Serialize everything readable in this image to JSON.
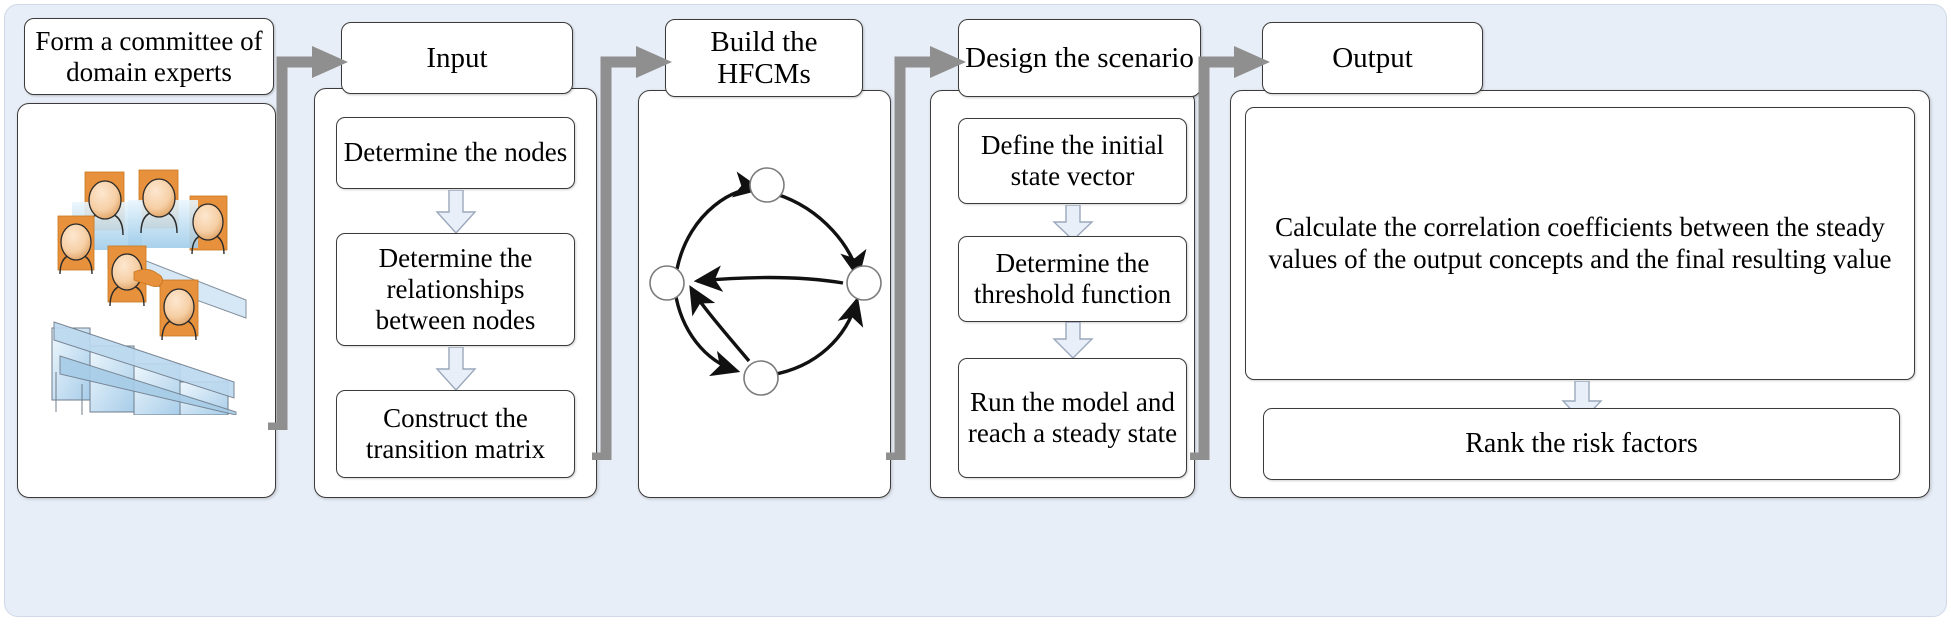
{
  "diagram": {
    "title_present": false,
    "background_color": "#e8eef7",
    "box_fill": "#ffffff",
    "box_border": "#3b3b3b",
    "connector_color": "#8a8a8a",
    "inner_arrow_fill": "#e9eff8",
    "inner_arrow_border": "#9aa8bb",
    "illustration_accent": "#e8913c",
    "illustration_panel": "#bcd9ef"
  },
  "stages": [
    {
      "id": "stage-1",
      "header": "Form a committee of domain experts",
      "steps": [],
      "illustration": "committee-of-experts-illustration"
    },
    {
      "id": "stage-2",
      "header": "Input",
      "steps": [
        "Determine the nodes",
        "Determine  the relationships between nodes",
        "Construct the transition matrix"
      ]
    },
    {
      "id": "stage-3",
      "header": "Build the HFCMs",
      "steps": [],
      "illustration": "fuzzy-cognitive-map-graph"
    },
    {
      "id": "stage-4",
      "header": "Design the scenario",
      "steps": [
        "Define the initial state vector",
        "Determine the threshold function",
        "Run the model and  reach a steady state"
      ]
    },
    {
      "id": "stage-5",
      "header": "Output",
      "steps": [
        "Calculate the correlation coefficients between the steady values of the output concepts and the final resulting value",
        "Rank the risk factors"
      ]
    }
  ],
  "connectors": [
    {
      "from": "stage-1",
      "to": "stage-2",
      "name": "connector-1-to-2"
    },
    {
      "from": "stage-2",
      "to": "stage-3",
      "name": "connector-2-to-3"
    },
    {
      "from": "stage-3",
      "to": "stage-4",
      "name": "connector-3-to-4"
    },
    {
      "from": "stage-4",
      "to": "stage-5",
      "name": "connector-4-to-5"
    }
  ],
  "fcm_graph": {
    "node_count": 4,
    "node_positions": [
      "top",
      "left",
      "right",
      "bottom"
    ],
    "edges": [
      {
        "from": "left",
        "to": "top"
      },
      {
        "from": "top",
        "to": "right"
      },
      {
        "from": "right",
        "to": "left"
      },
      {
        "from": "left",
        "to": "bottom"
      },
      {
        "from": "bottom",
        "to": "right"
      },
      {
        "from": "bottom",
        "to": "left"
      }
    ]
  }
}
